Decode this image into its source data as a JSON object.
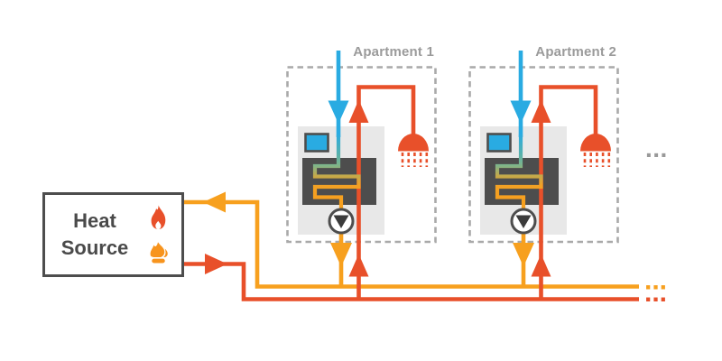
{
  "diagram": {
    "heat_source": {
      "line1": "Heat",
      "line2": "Source"
    },
    "apartments": [
      {
        "label": "Apartment 1"
      },
      {
        "label": "Apartment 2"
      }
    ],
    "ellipsis": {
      "more_apartments": "...",
      "return_line_continues": "...",
      "supply_line_continues": "..."
    },
    "colors": {
      "supply_red": "#E8502A",
      "return_orange": "#F7A01E",
      "cold_blue": "#29ABE2",
      "dark_gray": "#4D4D4D",
      "unit_body_gray": "#E8E8E8",
      "label_gray": "#9B9B9B",
      "dashed_border_gray": "#A9A9A9"
    }
  }
}
